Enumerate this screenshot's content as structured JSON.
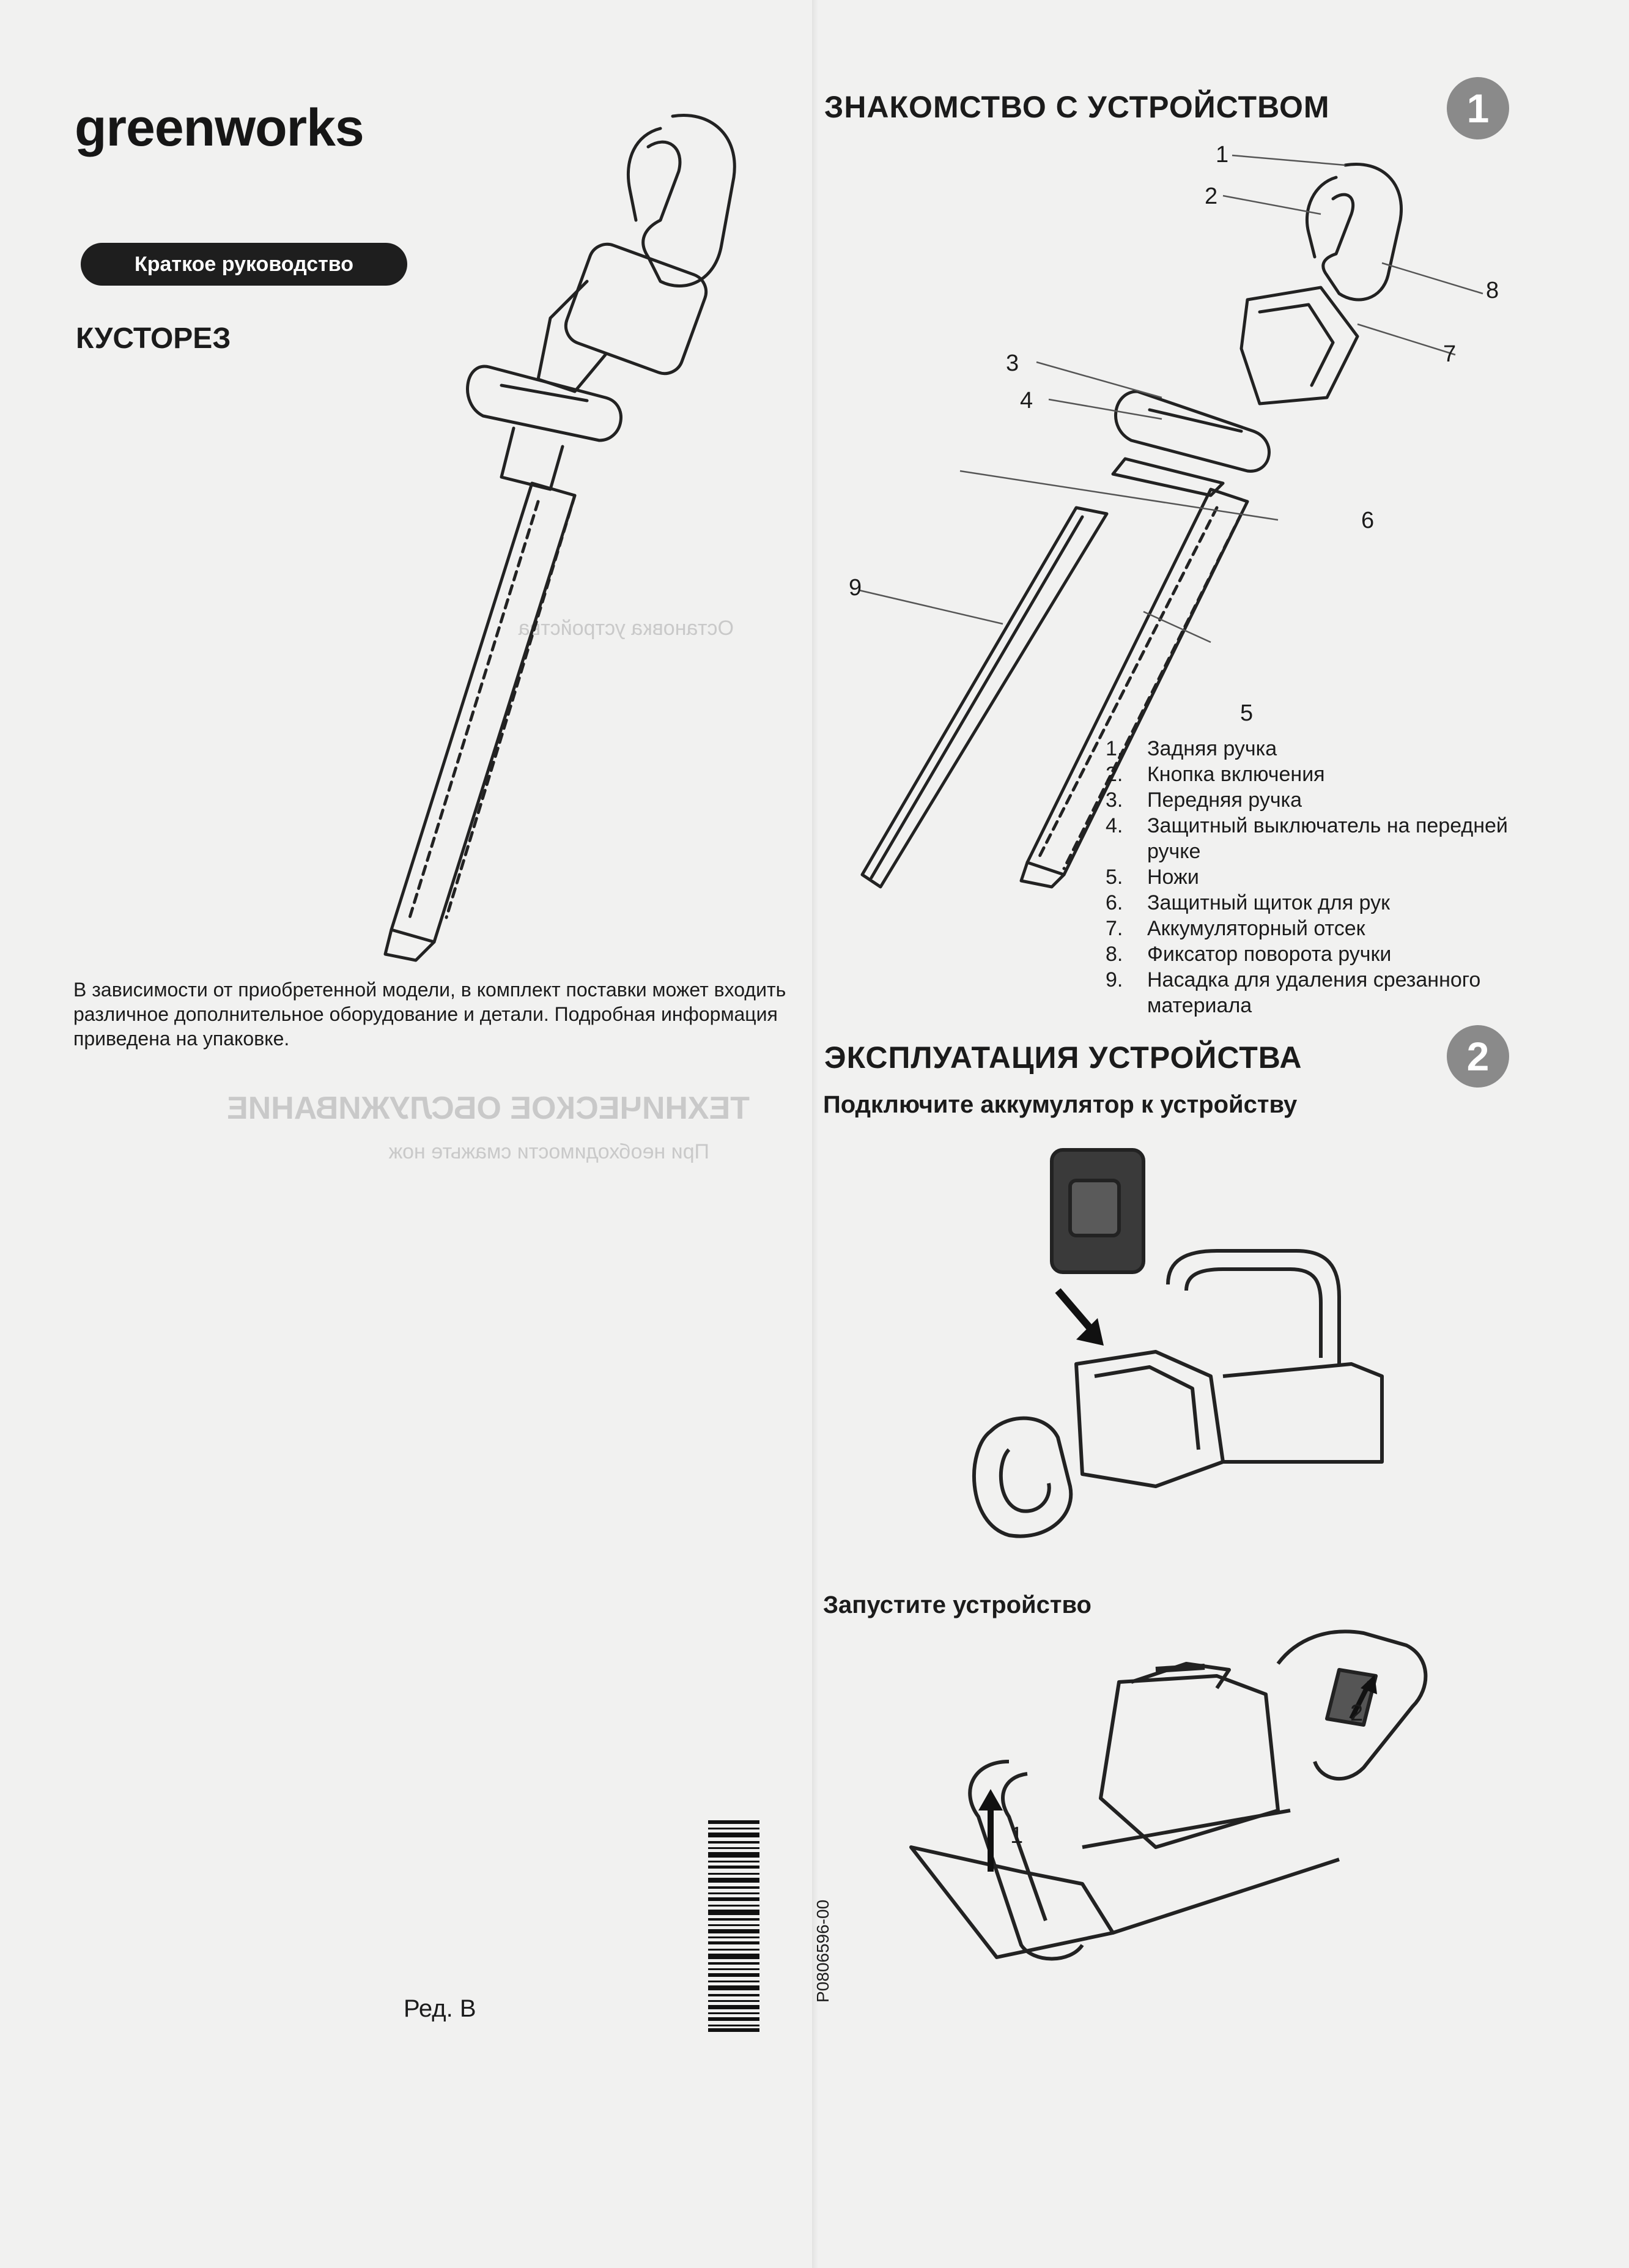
{
  "left_panel": {
    "logo": "greenworks",
    "guide_label": "Краткое руководство",
    "product_title": "КУСТОРЕЗ",
    "intro_text": "В зависимости от приобретенной модели, в комплект поставки может входить различное дополнительное оборудование и детали. Подробная информация приведена на упаковке.",
    "revision": "Ред. В",
    "part_number": "P0806596-00"
  },
  "section1": {
    "number": "1",
    "title": "ЗНАКОМСТВО С УСТРОЙСТВОМ",
    "callouts": [
      "1",
      "2",
      "3",
      "4",
      "5",
      "6",
      "7",
      "8",
      "9"
    ],
    "legend": [
      {
        "n": "1.",
        "text": "Задняя ручка"
      },
      {
        "n": "2.",
        "text": "Кнопка включения"
      },
      {
        "n": "3.",
        "text": "Передняя ручка"
      },
      {
        "n": "4.",
        "text": "Защитный выключатель на передней ручке"
      },
      {
        "n": "5.",
        "text": "Ножи"
      },
      {
        "n": "6.",
        "text": "Защитный щиток для рук"
      },
      {
        "n": "7.",
        "text": "Аккумуляторный отсек"
      },
      {
        "n": "8.",
        "text": "Фиксатор поворота ручки"
      },
      {
        "n": "9.",
        "text": "Насадка для удаления срезанного материала"
      }
    ]
  },
  "section2": {
    "number": "2",
    "title": "ЭКСПЛУАТАЦИЯ УСТРОЙСТВА",
    "step1": "Подключите аккумулятор к устройству",
    "step2": "Запустите устройство",
    "step2_callouts": [
      "1",
      "2"
    ]
  },
  "show_through": {
    "maintenance_heading": "ТЕХНИЧЕСКОЕ ОБСЛУЖИВАНИЕ",
    "maintenance_note": "При необходимости смажьте нож",
    "stop_label": "Остановка устройства"
  }
}
